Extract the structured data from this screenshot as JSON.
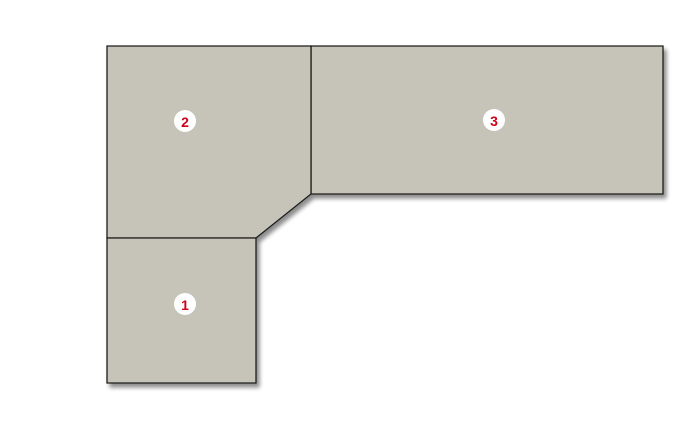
{
  "colors": {
    "surface": "#c6c4b8",
    "outline": "#1e1e1e",
    "shadow": "#9a9890",
    "badge_fill": "#ffffff",
    "badge_text": "#d0021b"
  },
  "sections": [
    {
      "label": "1",
      "shape": "square"
    },
    {
      "label": "2",
      "shape": "corner-with-chamfer"
    },
    {
      "label": "3",
      "shape": "rectangle"
    }
  ]
}
